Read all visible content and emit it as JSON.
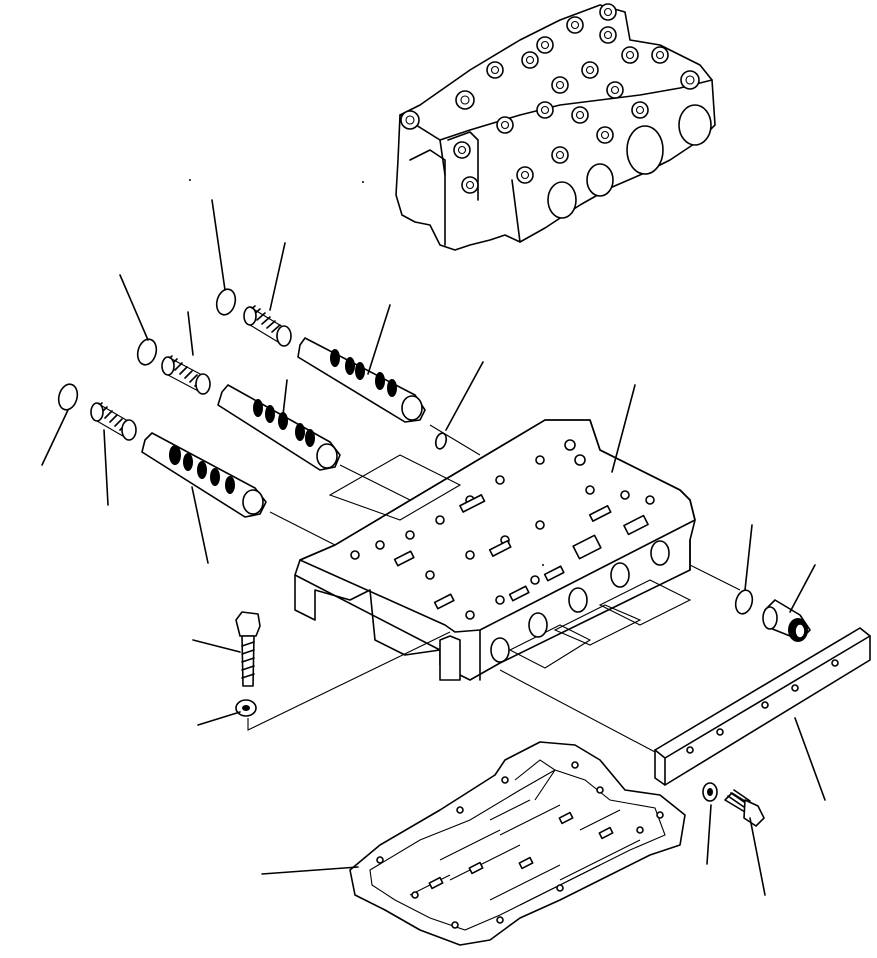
{
  "diagram": {
    "parts": [
      "upper-valve-body",
      "valve-plate",
      "spool",
      "spring",
      "o-ring",
      "bolt",
      "washer",
      "plug",
      "cover-plate",
      "gasket"
    ],
    "colors": {
      "line": "#000000",
      "background": "#ffffff"
    }
  }
}
